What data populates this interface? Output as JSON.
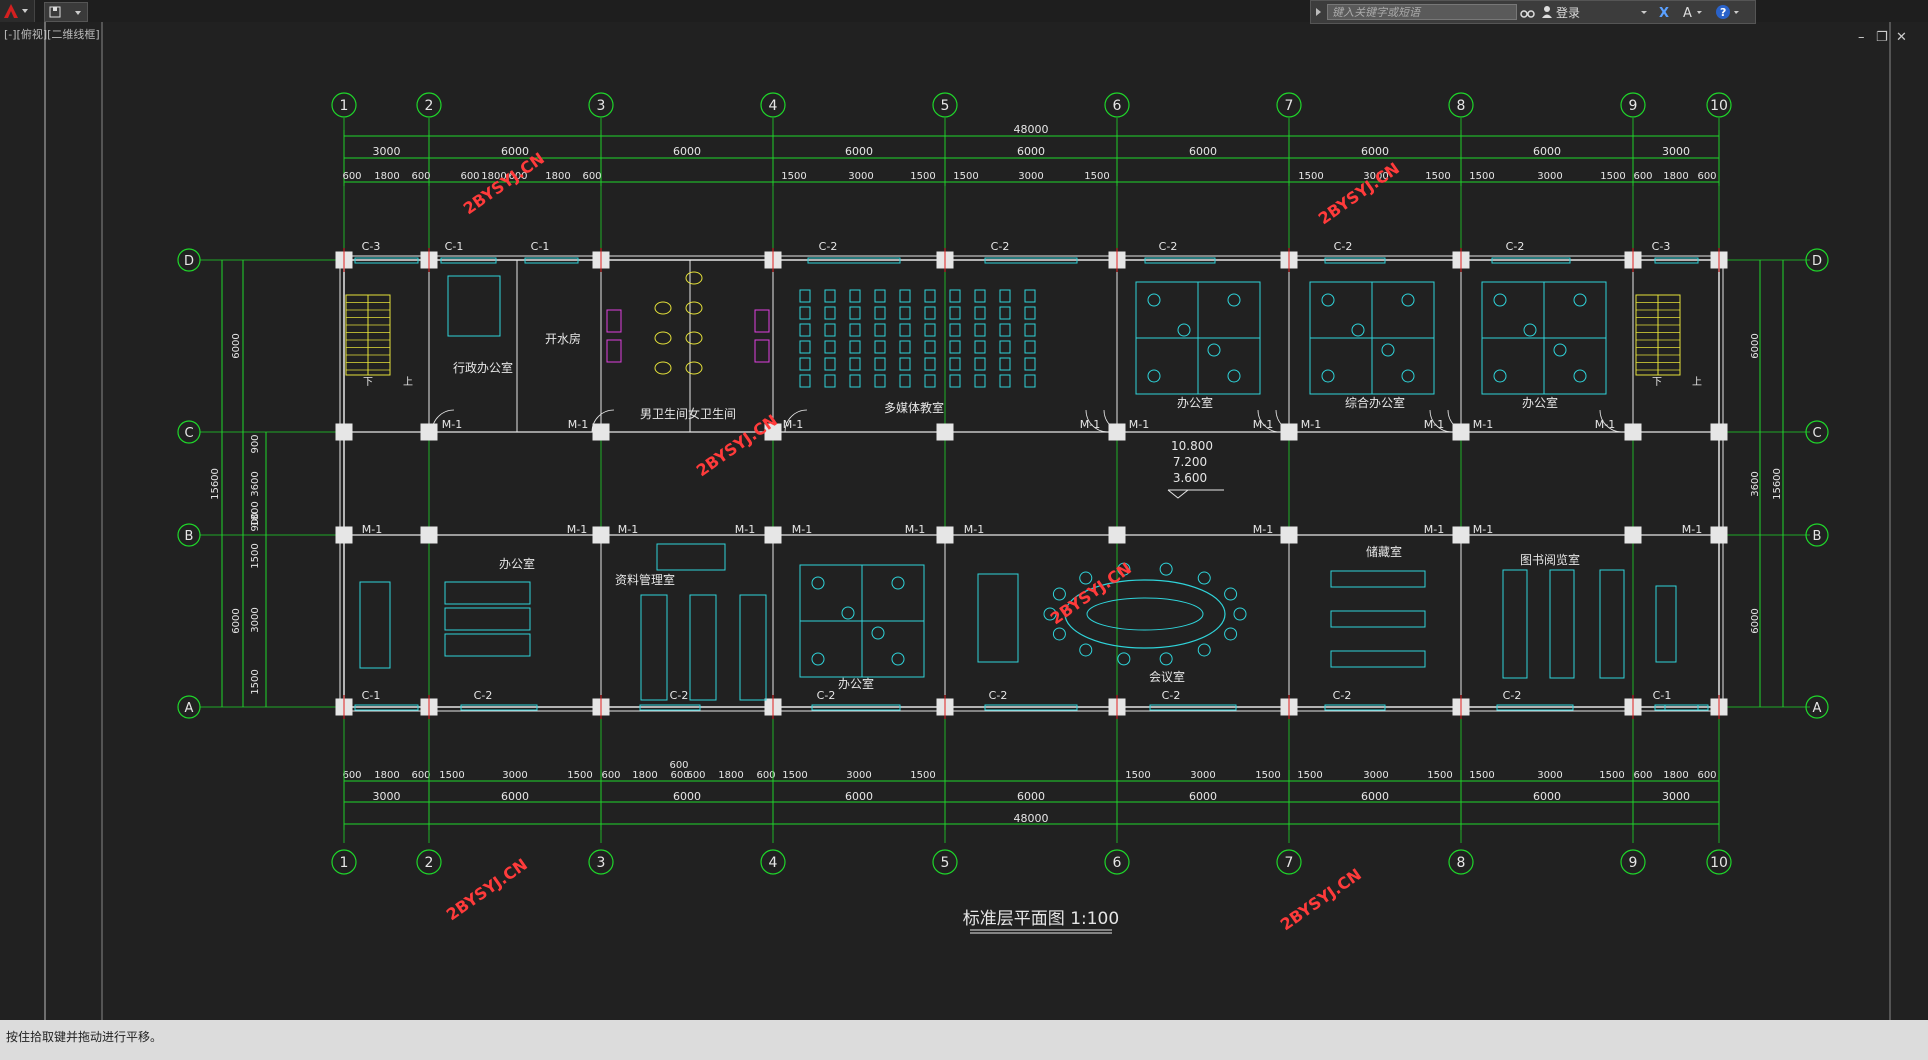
{
  "app": {
    "search_placeholder": "键入关键字或短语",
    "login_label": "登录",
    "view_label": "[-][俯视][二维线框]",
    "command_prompt": "按住拾取键并拖动进行平移。"
  },
  "drawing": {
    "title": "标准层平面图 1:100",
    "watermark": "2BYSYJ.CN",
    "column_grid": [
      "1",
      "2",
      "3",
      "4",
      "5",
      "6",
      "7",
      "8",
      "9",
      "10"
    ],
    "row_grid": [
      "D",
      "C",
      "B",
      "A"
    ],
    "total_width": "48000",
    "total_depth": "15600",
    "top_dim_row1": [
      "3000",
      "6000",
      "6000",
      "6000",
      "6000",
      "6000",
      "6000",
      "6000",
      "3000"
    ],
    "top_dim_row2": [
      "600",
      "1800",
      "600",
      "600",
      "1800",
      "600",
      "1800",
      "600",
      "1500",
      "3000",
      "1500",
      "1500",
      "3000",
      "1500",
      "1500",
      "3000",
      "1500",
      "1500",
      "3000",
      "1500",
      "600",
      "1800",
      "600"
    ],
    "bottom_dim_row1": [
      "3000",
      "6000",
      "6000",
      "6000",
      "6000",
      "6000",
      "6000",
      "6000",
      "3000"
    ],
    "bottom_dim_row2": [
      "600",
      "1800",
      "600",
      "1500",
      "3000",
      "1500",
      "600",
      "1800",
      "600",
      "600",
      "1800",
      "600",
      "1500",
      "3000",
      "1500",
      "1500",
      "3000",
      "1500",
      "1500",
      "3000",
      "1500",
      "1500",
      "3000",
      "1500",
      "600",
      "1800",
      "600"
    ],
    "left_dims_outer": [
      "6000",
      "15600",
      "6000"
    ],
    "left_dims_inner": [
      "900",
      "3600",
      "1800",
      "900",
      "1500",
      "3000",
      "1500"
    ],
    "right_dims": [
      "6000",
      "3600",
      "15600",
      "6000"
    ],
    "elevations": [
      "10.800",
      "7.200",
      "3.600"
    ],
    "rooms_top": [
      "行政办公室",
      "开水房",
      "男卫生间",
      "女卫生间",
      "多媒体教室",
      "办公室",
      "综合办公室",
      "办公室"
    ],
    "rooms_bottom": [
      "办公室",
      "资料管理室",
      "办公室",
      "会议室",
      "储藏室",
      "图书阅览室"
    ],
    "stair_labels": [
      "下",
      "上"
    ],
    "window_labels": [
      "C-1",
      "C-2",
      "C-3"
    ],
    "door_label": "M-1"
  },
  "colors": {
    "background": "#212121",
    "grid_green": "#1fd62a",
    "wall_white": "#e6e6e6",
    "furniture_cyan": "#2fd3d9",
    "stair_yellow": "#e5e13a",
    "watermark_red": "#ff3b3b",
    "sanitary_magenta": "#e040e0"
  }
}
